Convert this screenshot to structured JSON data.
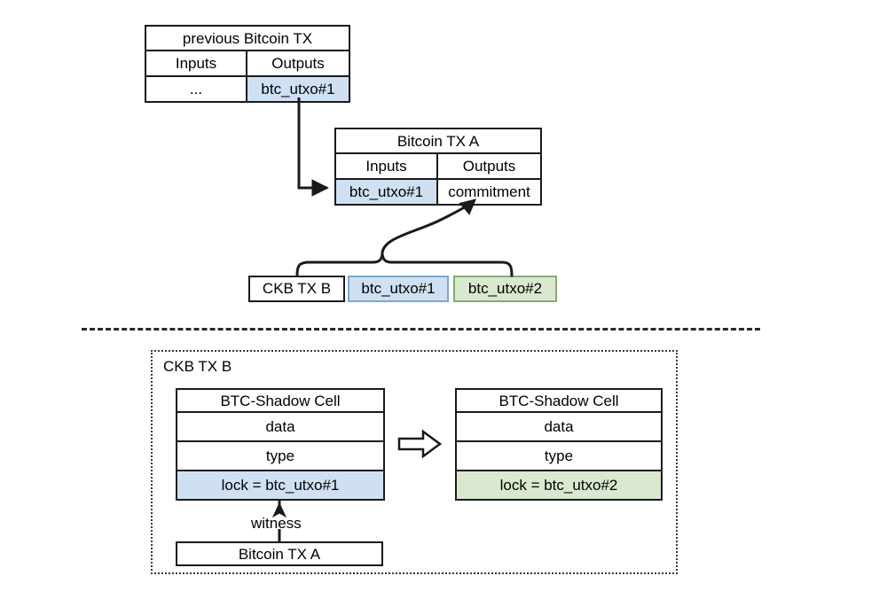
{
  "diagram": {
    "title_visible": false,
    "colors": {
      "stroke": "#1a1a1a",
      "blue_fill": "#cfe0f2",
      "blue_border": "#7fa8cc",
      "green_fill": "#d9e8cf",
      "green_border": "#84ab78",
      "background": "#ffffff"
    }
  },
  "upper": {
    "prev_tx": {
      "title": "previous Bitcoin TX",
      "col_headers": [
        "Inputs",
        "Outputs"
      ],
      "values": [
        "...",
        "btc_utxo#1"
      ]
    },
    "tx_a": {
      "title": "Bitcoin TX A",
      "col_headers": [
        "Inputs",
        "Outputs"
      ],
      "values": [
        "btc_utxo#1",
        "commitment"
      ]
    },
    "ckb_tx_b_row": {
      "label": "CKB TX B",
      "items": [
        "btc_utxo#1",
        "btc_utxo#2"
      ]
    }
  },
  "lower": {
    "group_label": "CKB TX B",
    "input_cell": {
      "title": "BTC-Shadow Cell",
      "rows": [
        "data",
        "type",
        "lock = btc_utxo#1"
      ]
    },
    "output_cell": {
      "title": "BTC-Shadow Cell",
      "rows": [
        "data",
        "type",
        "lock = btc_utxo#2"
      ]
    },
    "witness_label": "witness",
    "witness_source": "Bitcoin TX A"
  }
}
